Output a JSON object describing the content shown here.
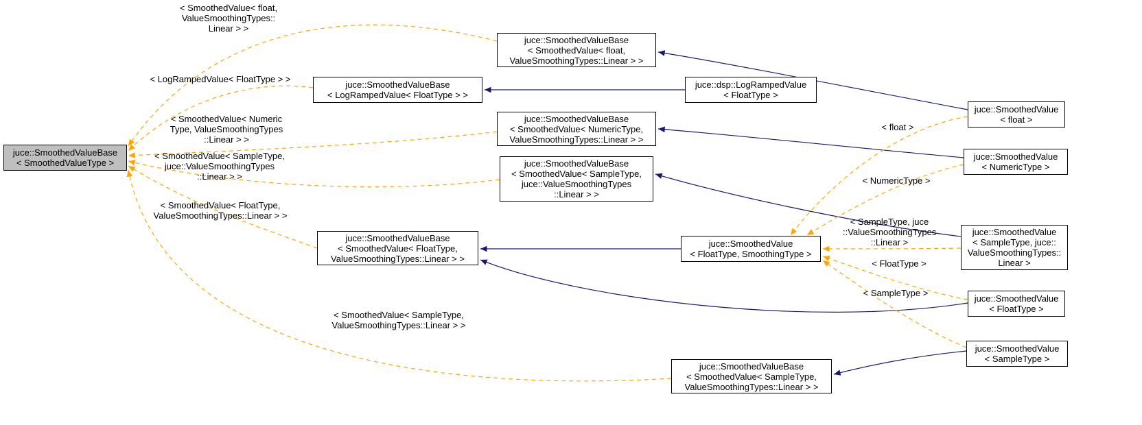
{
  "nodes": {
    "base": {
      "label": "juce::SmoothedValueBase\n< SmoothedValueType >"
    },
    "base_float_inst": {
      "label": "juce::SmoothedValueBase\n< SmoothedValue< float,\nValueSmoothingTypes::Linear > >"
    },
    "base_logramped": {
      "label": "juce::SmoothedValueBase\n< LogRampedValue< FloatType > >"
    },
    "base_numeric": {
      "label": "juce::SmoothedValueBase\n< SmoothedValue< NumericType,\nValueSmoothingTypes::Linear > >"
    },
    "base_sample_juce": {
      "label": "juce::SmoothedValueBase\n< SmoothedValue< SampleType,\njuce::ValueSmoothingTypes\n::Linear > >"
    },
    "base_floattype": {
      "label": "juce::SmoothedValueBase\n< SmoothedValue< FloatType,\nValueSmoothingTypes::Linear > >"
    },
    "base_sampletype": {
      "label": "juce::SmoothedValueBase\n< SmoothedValue< SampleType,\nValueSmoothingTypes::Linear > >"
    },
    "logrampedvalue": {
      "label": "juce::dsp::LogRampedValue\n< FloatType >"
    },
    "sv_main": {
      "label": "juce::SmoothedValue\n< FloatType, SmoothingType >"
    },
    "sv_float": {
      "label": "juce::SmoothedValue\n< float >"
    },
    "sv_numeric": {
      "label": "juce::SmoothedValue\n< NumericType >"
    },
    "sv_sample_juce": {
      "label": "juce::SmoothedValue\n< SampleType, juce::\nValueSmoothingTypes::\nLinear >"
    },
    "sv_floattype": {
      "label": "juce::SmoothedValue\n< FloatType >"
    },
    "sv_sampletype": {
      "label": "juce::SmoothedValue\n< SampleType >"
    }
  },
  "edge_labels": {
    "float_inst": "< SmoothedValue< float,\nValueSmoothingTypes::\nLinear > >",
    "logramped": "< LogRampedValue< FloatType > >",
    "numeric": "< SmoothedValue< Numeric\nType, ValueSmoothingTypes\n::Linear > >",
    "sample_juce": "< SmoothedValue< SampleType,\njuce::ValueSmoothingTypes\n::Linear > >",
    "floattype": "< SmoothedValue< FloatType,\nValueSmoothingTypes::Linear > >",
    "sampletype": "< SmoothedValue< SampleType,\nValueSmoothingTypes::Linear > >",
    "float_short": "< float >",
    "numerictype_short": "< NumericType >",
    "sample_juce_short": "< SampleType, juce\n::ValueSmoothingTypes\n::Linear >",
    "floattype_short": "< FloatType >",
    "sampletype_short": "< SampleType >"
  },
  "colors": {
    "inheritance_edge": "#191970",
    "instantiation_edge": "#ffa500",
    "current_node_fill": "#bfbfbf"
  }
}
